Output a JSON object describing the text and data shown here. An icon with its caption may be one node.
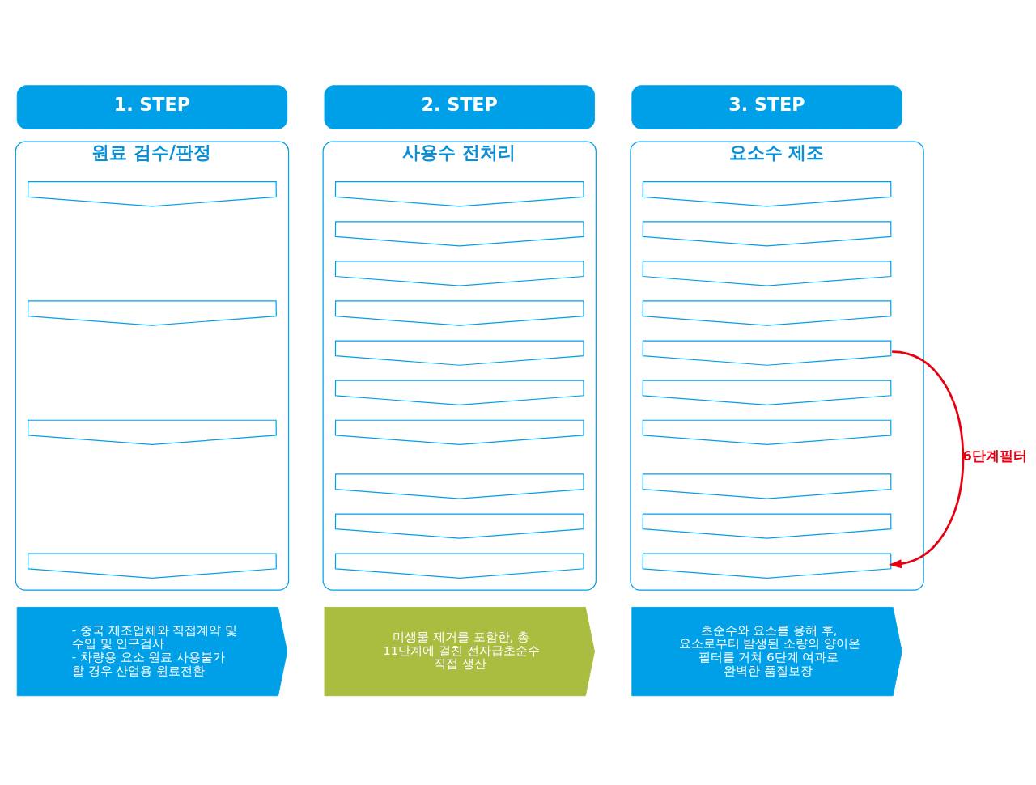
{
  "diagram": {
    "nodes": [
      {
        "text": [
          "1. STEP"
        ]
      },
      {
        "text": [
          "원료 검수/판정"
        ]
      },
      {
        "text": [],
        "shape": "chevron",
        "in": 1
      },
      {
        "text": [],
        "shape": "chevron",
        "in": 1
      },
      {
        "text": [],
        "shape": "chevron",
        "in": 1
      },
      {
        "text": [],
        "shape": "chevron",
        "in": 1
      },
      {
        "text": [
          "2. STEP"
        ]
      },
      {
        "text": [
          "사용수 전처리"
        ]
      },
      {
        "text": [],
        "shape": "chevron",
        "in": 7
      },
      {
        "text": [],
        "shape": "chevron",
        "in": 7
      },
      {
        "text": [],
        "shape": "chevron",
        "in": 7
      },
      {
        "text": [],
        "shape": "chevron",
        "in": 7
      },
      {
        "text": [],
        "shape": "chevron",
        "in": 7
      },
      {
        "text": [],
        "shape": "chevron",
        "in": 7
      },
      {
        "text": [],
        "shape": "chevron",
        "in": 7
      },
      {
        "text": [],
        "shape": "chevron",
        "in": 7
      },
      {
        "text": [],
        "shape": "chevron",
        "in": 7
      },
      {
        "text": [],
        "shape": "chevron",
        "in": 7
      },
      {
        "text": [
          "3. STEP"
        ]
      },
      {
        "text": [
          "요소수 제조"
        ]
      },
      {
        "text": [],
        "shape": "chevron",
        "in": 19
      },
      {
        "text": [],
        "shape": "chevron",
        "in": 19
      },
      {
        "text": [],
        "shape": "chevron",
        "in": 19
      },
      {
        "text": [],
        "shape": "chevron",
        "in": 19
      },
      {
        "text": [],
        "shape": "chevron",
        "in": 19
      },
      {
        "text": [],
        "shape": "chevron",
        "in": 19
      },
      {
        "text": [],
        "shape": "chevron",
        "in": 19
      },
      {
        "text": [],
        "shape": "chevron",
        "in": 19
      },
      {
        "text": [],
        "shape": "chevron",
        "in": 19
      },
      {
        "text": [],
        "shape": "chevron",
        "in": 19
      },
      {
        "text": [
          "- 중국 제조업체와 직접계약 및 수입 및 인구검사",
          "- 차량용 요소 원료 사용불가 할 경우 산업용 원료전환"
        ]
      },
      {
        "text": [
          "미생물 제거를 포함한, 총 11단계에 걸친 전자급초순수 직접 생산"
        ]
      },
      {
        "text": [
          "초순수와 요소를 용해 후, 요소로부터 발생된 소량의 양이온 필터를 거쳐 6단계 여과로 완벽한 품질보장"
        ]
      }
    ],
    "edges": [
      {
        "from": 24,
        "to": 29,
        "arrow": "to",
        "label": "6단계필터",
        "color": "#e60012"
      }
    ]
  }
}
